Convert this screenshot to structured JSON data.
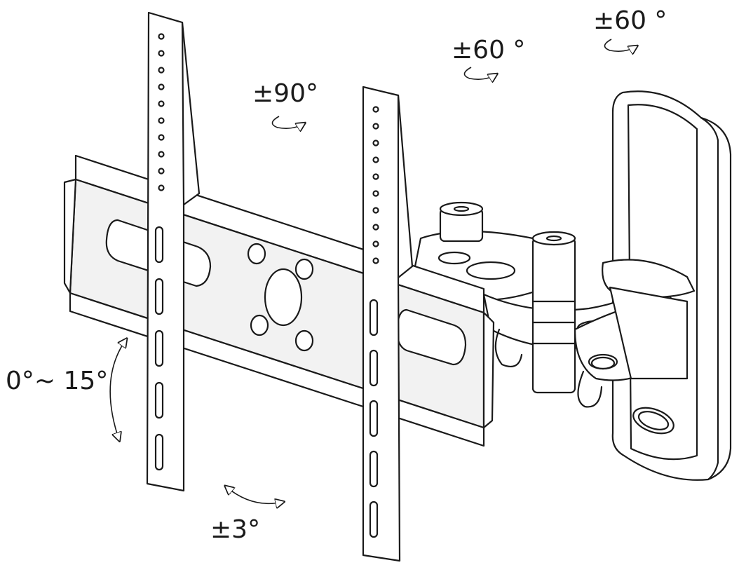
{
  "labels": {
    "swivel_left": "±90°",
    "swivel_middle": "±60 °",
    "swivel_right": "±60 °",
    "tilt": "0°~ 15°",
    "level": "±3°"
  },
  "colors": {
    "line": "#1a1a1a",
    "fill": "#ffffff",
    "shade": "#f2f2f2"
  },
  "icons": [
    "rotation-arrow-icon",
    "tilt-arrow-icon",
    "level-arrow-icon"
  ]
}
